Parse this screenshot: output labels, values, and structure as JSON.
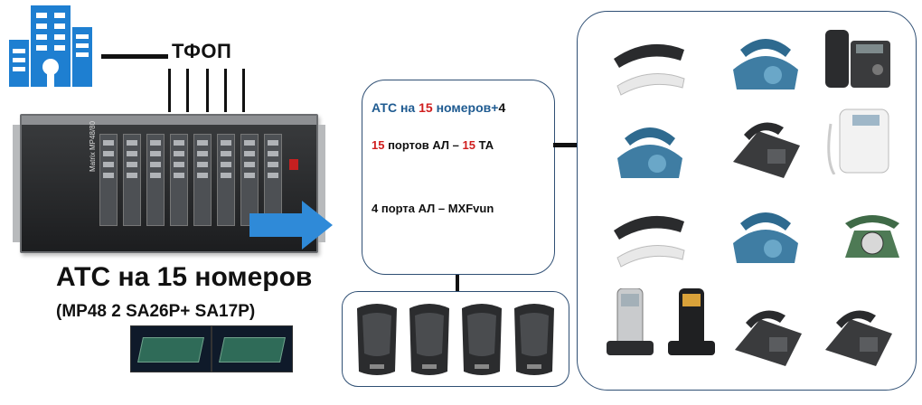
{
  "pstn": {
    "label": "ТФОП"
  },
  "pbx": {
    "title": "АТС на 15 номеров",
    "subtitle": "(MP48 2 SA26P+ SA17P)",
    "brand": "Matrix MP48/80"
  },
  "info": {
    "line1": {
      "a": "АТС на ",
      "b": "15",
      "c": " номеров+",
      "d": "4"
    },
    "line2": {
      "a": "15",
      "b": " портов АЛ – ",
      "c": "15",
      "d": " ТА"
    },
    "line3": "4 порта АЛ – MXFvun"
  },
  "colors": {
    "accent": "#1f5b91",
    "highlight": "#d01e1e",
    "building": "#1e7fd1",
    "border": "#2f4f74"
  },
  "icons": [
    "building-icon",
    "arrow-right-icon",
    "door-phone-icon",
    "desk-phone-icon",
    "cordless-phone-icon",
    "rotary-phone-icon"
  ]
}
